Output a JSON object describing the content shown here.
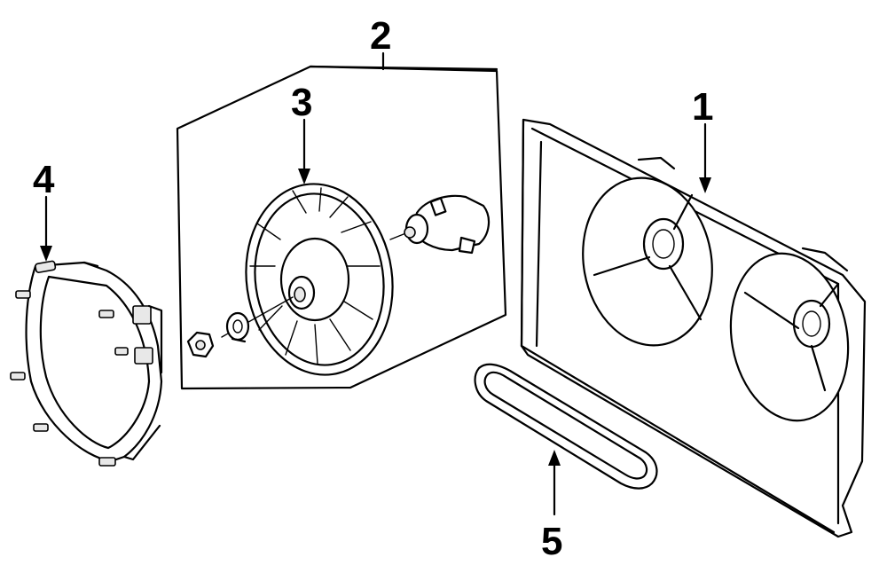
{
  "callouts": [
    {
      "id": "1",
      "label": "1"
    },
    {
      "id": "2",
      "label": "2"
    },
    {
      "id": "3",
      "label": "3"
    },
    {
      "id": "4",
      "label": "4"
    },
    {
      "id": "5",
      "label": "5"
    }
  ],
  "parts": [
    "shroud",
    "fan-motor-assembly",
    "fan-blade",
    "fan-ring",
    "seal"
  ]
}
